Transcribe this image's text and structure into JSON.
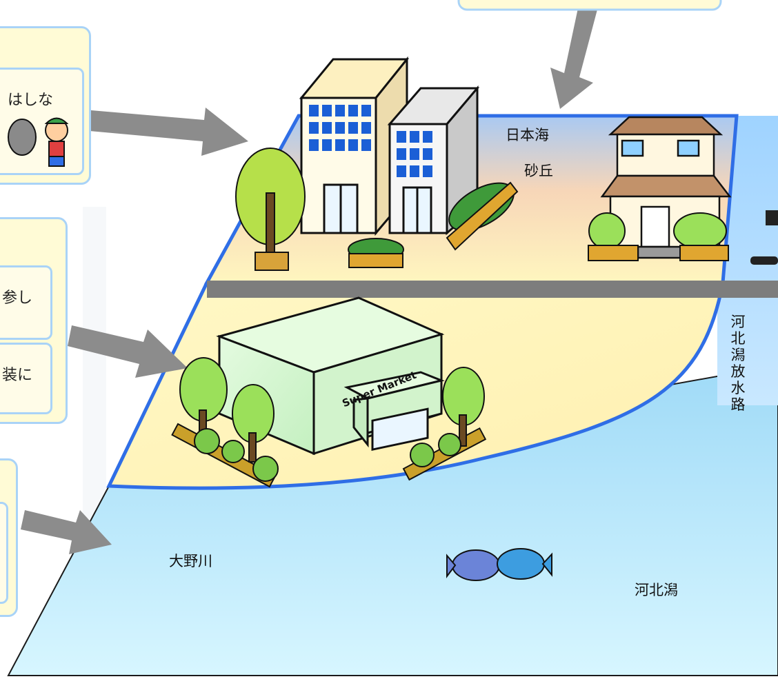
{
  "callouts": {
    "top_text": "はしな",
    "middle_text_1": "参し",
    "middle_text_2": "装に"
  },
  "labels": {
    "sea": "日本海",
    "dune": "砂丘",
    "river": "大野川",
    "lagoon": "河北潟",
    "channel_chars": [
      "河",
      "北",
      "潟",
      "放",
      "水",
      "路"
    ],
    "store_sign": "Super Market"
  },
  "colors": {
    "zone_border": "#2f6ee6",
    "water": "#bde8fb",
    "land": "#fff6b8",
    "road": "#7d7d7d",
    "arrow": "#8c8c8c",
    "callout_border": "#a9d3f7"
  }
}
